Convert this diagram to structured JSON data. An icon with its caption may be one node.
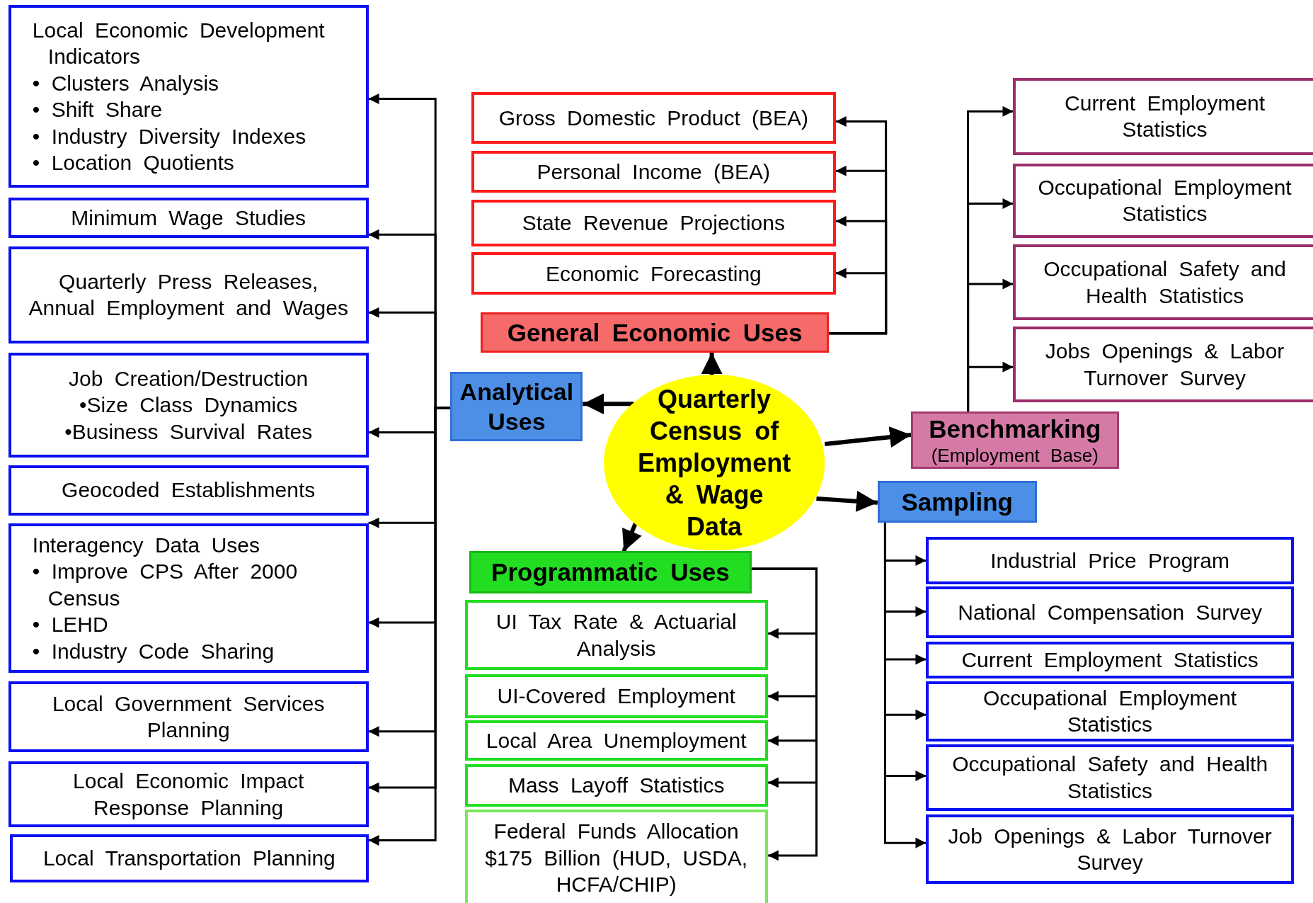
{
  "diagram": {
    "nodes": [
      {
        "text": [
          "Local Economic Development Indicators",
          "• Clusters Analysis",
          "• Shift Share",
          "• Industry Diversity Indexes",
          "• Location Quotients"
        ]
      },
      {
        "text": [
          "Minimum Wage Studies"
        ]
      },
      {
        "text": [
          "Quarterly Press Releases, Annual Employment and Wages"
        ]
      },
      {
        "text": [
          "Job Creation/Destruction",
          "•Size Class Dynamics",
          "•Business Survival Rates"
        ]
      },
      {
        "text": [
          "Geocoded Establishments"
        ]
      },
      {
        "text": [
          "Interagency Data Uses",
          "• Improve CPS After 2000 Census",
          "• LEHD",
          "• Industry Code Sharing"
        ]
      },
      {
        "text": [
          "Local Government Services Planning"
        ]
      },
      {
        "text": [
          "Local Economic Impact Response Planning"
        ]
      },
      {
        "text": [
          "Local Transportation Planning"
        ]
      },
      {
        "text": [
          "Gross Domestic Product (BEA)"
        ]
      },
      {
        "text": [
          "Personal Income (BEA)"
        ]
      },
      {
        "text": [
          "State Revenue Projections"
        ]
      },
      {
        "text": [
          "Economic Forecasting"
        ]
      },
      {
        "text": [
          "General Economic Uses"
        ]
      },
      {
        "text": [
          "Analytical Uses"
        ]
      },
      {
        "text": [
          "Quarterly Census of Employment & Wage Data"
        ]
      },
      {
        "text": [
          "Benchmarking",
          "(Employment Base)"
        ]
      },
      {
        "text": [
          "Current Employment Statistics"
        ]
      },
      {
        "text": [
          "Occupational Employment Statistics"
        ]
      },
      {
        "text": [
          "Occupational Safety and Health Statistics"
        ]
      },
      {
        "text": [
          "Jobs Openings & Labor Turnover Survey"
        ]
      },
      {
        "text": [
          "Sampling"
        ]
      },
      {
        "text": [
          "Programmatic Uses"
        ]
      },
      {
        "text": [
          "UI Tax Rate & Actuarial Analysis"
        ]
      },
      {
        "text": [
          "UI-Covered Employment"
        ]
      },
      {
        "text": [
          "Local Area Unemployment"
        ]
      },
      {
        "text": [
          "Mass Layoff Statistics"
        ]
      },
      {
        "text": [
          "Federal Funds Allocation $175 Billion (HUD, USDA, HCFA/CHIP)"
        ]
      },
      {
        "text": [
          "Industrial Price Program"
        ]
      },
      {
        "text": [
          "National Compensation Survey"
        ]
      },
      {
        "text": [
          "Current Employment Statistics"
        ]
      },
      {
        "text": [
          "Occupational Employment Statistics"
        ]
      },
      {
        "text": [
          "Occupational Safety and Health Statistics"
        ]
      },
      {
        "text": [
          "Job Openings & Labor Turnover Survey"
        ]
      }
    ],
    "edges": [
      {
        "from": 15,
        "to": 13,
        "arrow": "to",
        "style": "thick"
      },
      {
        "from": 15,
        "to": 14,
        "arrow": "to",
        "style": "thick"
      },
      {
        "from": 15,
        "to": 16,
        "arrow": "to",
        "style": "thick"
      },
      {
        "from": 15,
        "to": 21,
        "arrow": "to",
        "style": "thick"
      },
      {
        "from": 15,
        "to": 22,
        "arrow": "to",
        "style": "thick"
      },
      {
        "from": 14,
        "to": 0,
        "arrow": "to"
      },
      {
        "from": 14,
        "to": 1,
        "arrow": "to"
      },
      {
        "from": 14,
        "to": 2,
        "arrow": "to"
      },
      {
        "from": 14,
        "to": 3,
        "arrow": "to"
      },
      {
        "from": 14,
        "to": 4,
        "arrow": "to"
      },
      {
        "from": 14,
        "to": 5,
        "arrow": "to"
      },
      {
        "from": 14,
        "to": 6,
        "arrow": "to"
      },
      {
        "from": 14,
        "to": 7,
        "arrow": "to"
      },
      {
        "from": 14,
        "to": 8,
        "arrow": "to"
      },
      {
        "from": 13,
        "to": 9,
        "arrow": "to"
      },
      {
        "from": 13,
        "to": 10,
        "arrow": "to"
      },
      {
        "from": 13,
        "to": 11,
        "arrow": "to"
      },
      {
        "from": 13,
        "to": 12,
        "arrow": "to"
      },
      {
        "from": 16,
        "to": 17,
        "arrow": "to"
      },
      {
        "from": 16,
        "to": 18,
        "arrow": "to"
      },
      {
        "from": 16,
        "to": 19,
        "arrow": "to"
      },
      {
        "from": 16,
        "to": 20,
        "arrow": "to"
      },
      {
        "from": 22,
        "to": 23,
        "arrow": "to"
      },
      {
        "from": 22,
        "to": 24,
        "arrow": "to"
      },
      {
        "from": 22,
        "to": 25,
        "arrow": "to"
      },
      {
        "from": 22,
        "to": 26,
        "arrow": "to"
      },
      {
        "from": 22,
        "to": 27,
        "arrow": "to"
      },
      {
        "from": 21,
        "to": 28,
        "arrow": "to"
      },
      {
        "from": 21,
        "to": 29,
        "arrow": "to"
      },
      {
        "from": 21,
        "to": 30,
        "arrow": "to"
      },
      {
        "from": 21,
        "to": 31,
        "arrow": "to"
      },
      {
        "from": 21,
        "to": 32,
        "arrow": "to"
      },
      {
        "from": 21,
        "to": 33,
        "arrow": "to"
      }
    ]
  }
}
